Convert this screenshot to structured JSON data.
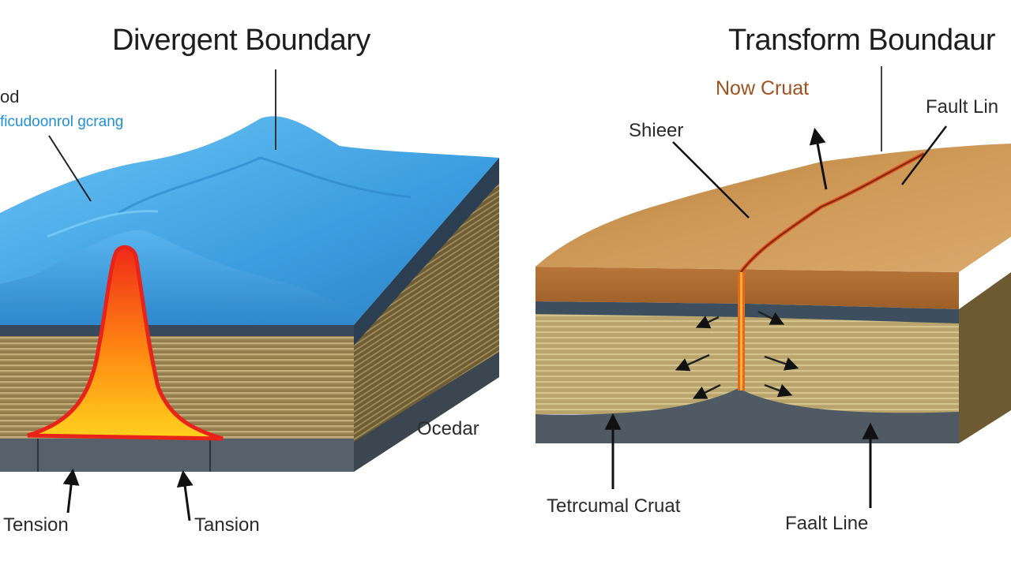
{
  "left_panel": {
    "title": "Divergent Boundary",
    "label_partial_top": "od",
    "label_blue": "ficudoonrol gcrang",
    "label_right": "Ocedar",
    "tension_left": "Tension",
    "tension_right": "Tansion",
    "colors": {
      "ocean": "#4aa8e6",
      "magma_core": "#ffd21e",
      "magma_edge": "#e8231a",
      "sediment": "#b8a26a",
      "mantle": "#4a5560"
    }
  },
  "right_panel": {
    "title": "Transform Boundaur",
    "label_new_crust": "Now Cruat",
    "label_shear": "Shieer",
    "label_fault_top": "Fault Lin",
    "label_bottom_left": "Tetrcumal Cruat",
    "label_bottom_right": "Faalt Line",
    "colors": {
      "crust_top": "#c78e4c",
      "crust_side": "#b06f35",
      "sediment": "#c9b47c",
      "fault": "#e0501c",
      "mantle": "#4a5560"
    }
  }
}
